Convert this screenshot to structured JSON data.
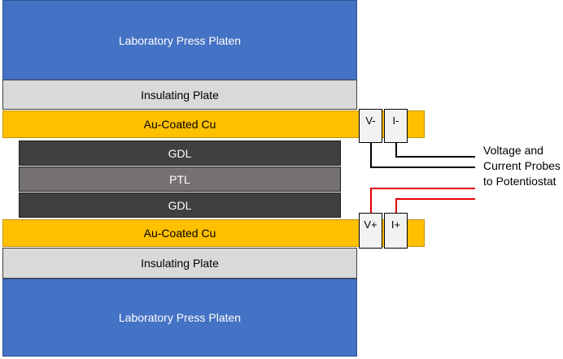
{
  "layers": {
    "top_platen": "Laboratory Press Platen",
    "top_insulating": "Insulating Plate",
    "top_cu": "Au-Coated Cu",
    "gdl_top": "GDL",
    "ptl": "PTL",
    "gdl_bottom": "GDL",
    "bottom_cu": "Au-Coated Cu",
    "bottom_insulating": "Insulating Plate",
    "bottom_platen": "Laboratory Press Platen"
  },
  "probes": {
    "v_minus": "V-",
    "i_minus": "I-",
    "v_plus": "V+",
    "i_plus": "I+"
  },
  "annotation": {
    "line1": "Voltage and",
    "line2": "Current Probes",
    "line3": "to Potentiostat"
  },
  "colors": {
    "platen": "#4472c4",
    "insulating": "#d9d9d9",
    "copper": "#ffc000",
    "gdl": "#404040",
    "ptl": "#767171",
    "negative_wire": "#000000",
    "positive_wire": "#e00000"
  }
}
